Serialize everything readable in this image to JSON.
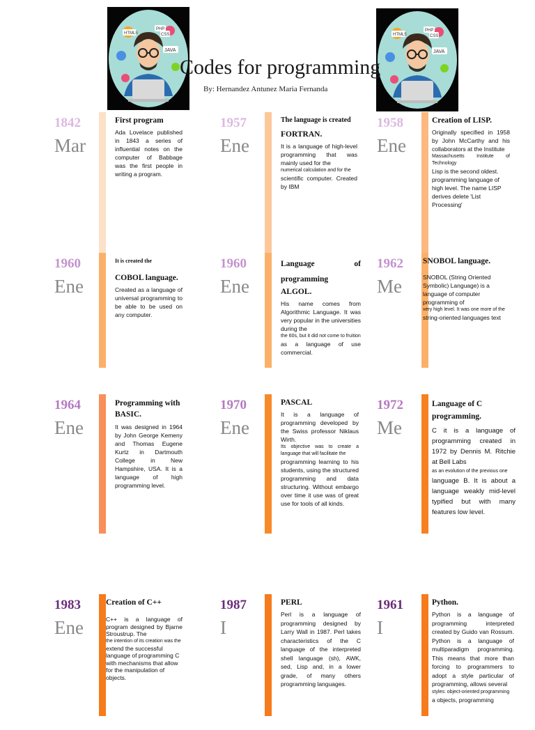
{
  "header": {
    "title": "Codes for programming",
    "byline": "By: Hernandez Antunez Maria Fernanda"
  },
  "logo": {
    "labels": [
      "HTML5",
      "PHP",
      "CSS",
      "JAVA"
    ],
    "icon": "programmer-illustration"
  },
  "colors": {
    "light_purple": "#d6a7dc",
    "mid_purple": "#b47ac0",
    "dark_purple": "#6a2c7a",
    "pale_orange": "#fddcbf",
    "light_orange": "#fcb87e",
    "orange": "#f99d4b",
    "deep_orange": "#f58020"
  },
  "timeline": [
    {
      "year": "1842",
      "month": "Mar",
      "year_color": "#dcb7e0",
      "bar_color": "#fde0c8",
      "bar_height": 325,
      "heading": "First program",
      "body": "Ada Lovelace published in 1843 a series of influential notes on the computer of Babbage was the first people in writing a program."
    },
    {
      "year": "1957",
      "month": "Ene",
      "year_color": "#dcb7e0",
      "bar_color": "#fcc89a",
      "bar_height": 325,
      "heading": "The language is created",
      "heading2": "FORTRAN.",
      "body": "It is a language of high-level programming that was mainly used for the",
      "body_small": "numerical calculation and for the",
      "body2": "scientific computer. Created by IBM"
    },
    {
      "year": "1958",
      "month": "Ene",
      "year_color": "#dcb7e0",
      "bar_color": "#fcb87e",
      "bar_height": 325,
      "heading": "Creation of LISP.",
      "body": "Originally specified in 1958 by John McCarthy and his collaborators at the Institute",
      "body_small": "Massachusetts Institute of Technology",
      "body2": "Lisp is the second oldest. programming language of high level. The name LISP derives delete 'List Processing'"
    },
    {
      "year": "1960",
      "month": "Ene",
      "year_color": "#c592cf",
      "bar_color": "#fbb069",
      "bar_height": 165,
      "heading": "It is created the",
      "heading2": "COBOL language.",
      "body": "Created as a language of universal programming to be able to be used on any computer."
    },
    {
      "year": "1960",
      "month": "Ene",
      "year_color": "#c592cf",
      "bar_color": "#fbb069",
      "bar_height": 165,
      "heading": "Language of programming",
      "heading2": "ALGOL.",
      "body": "His name comes from Algorithmic Language. It was very popular in the universities during the",
      "body_small": "the 60s, but it did not come to fruition",
      "body2": "as a language of use commercial."
    },
    {
      "year": "1962",
      "month": "Me",
      "year_color": "#c592cf",
      "bar_color": "#fbb069",
      "bar_height": 165,
      "heading": "SNOBOL language.",
      "body": "SNOBOL (String Oriented Symbolic) Language) is a language of computer programming of",
      "body_small": "very high level. It was one more of the",
      "body2": "string-oriented languages text"
    },
    {
      "year": "1964",
      "month": "Ene",
      "year_color": "#b47ac0",
      "bar_color": "#f98f5a",
      "bar_height": 200,
      "heading": "Programming with BASIC.",
      "body": "It was designed in 1964 by John George Kemeny and Thomas Eugene Kurtz in Dartmouth College in New Hampshire, USA. It is a language of high programming level."
    },
    {
      "year": "1970",
      "month": "Ene",
      "year_color": "#b47ac0",
      "bar_color": "#f98a2a",
      "bar_height": 200,
      "heading": "PASCAL",
      "body": "It is a language of programming developed by the Swiss professor Niklaus Wirth.",
      "body_small": "Its objective was to create a language that will facilitate the",
      "body2": "programming learning to his students, using the structured programming and data structuring. Without embargo over time it use was of great use for tools of all kinds."
    },
    {
      "year": "1972",
      "month": "Me",
      "year_color": "#b47ac0",
      "bar_color": "#f7801f",
      "bar_height": 200,
      "heading": "Language of C programming.",
      "body": "C it is a language of programming created in 1972 by Dennis M. Ritchie at Bell Labs",
      "body_small": "as an evolution of the previous one",
      "body2": "language B. It is about a language weakly mid-level typified but with many features low level."
    },
    {
      "year": "1983",
      "month": "Ene",
      "year_color": "#6a2c7a",
      "bar_color": "#f57b1c",
      "bar_height": 175,
      "heading": "Creation of C++",
      "body": "C++ is a language of program designed by Bjarne Stroustrup. The",
      "body_small": "the intention of its creation was the",
      "body2": "extend the successful language of programming C with mechanisms that allow for the manipulation of objects."
    },
    {
      "year": "1987",
      "month": "I",
      "year_color": "#6a2c7a",
      "bar_color": "#f57b1c",
      "bar_height": 175,
      "heading": "PERL",
      "body": "Perl is a language of programming designed by Larry Wall in 1987. Perl takes characteristics of the C language of the interpreted shell language (sh), AWK, sed, Lisp and, in a lower grade, of many others programming languages."
    },
    {
      "year": "1961",
      "month": "I",
      "year_color": "#6a2c7a",
      "bar_color": "#f57b1c",
      "bar_height": 175,
      "heading": "Python.",
      "body": "Python is a language of programming interpreted created by Guido van Rossum. Python is a language of multiparadigm programming. This means that more than forcing to programmers to adopt a style particular of programming, allows several",
      "body_small": "styles: object-oriented programming",
      "body2": "a objects, programming"
    }
  ]
}
